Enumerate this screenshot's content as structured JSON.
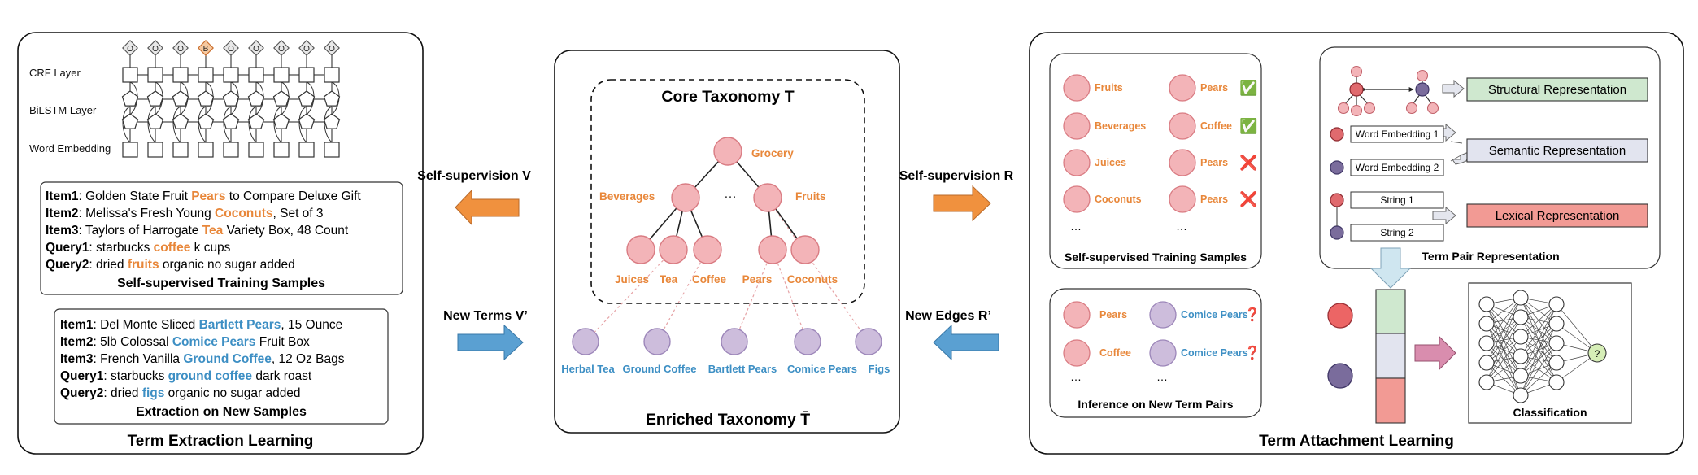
{
  "left_panel": {
    "title": "Term Extraction Learning",
    "layer_labels": [
      "CRF Layer",
      "BiLSTM Layer",
      "Word Embedding"
    ],
    "tags": [
      "O",
      "O",
      "O",
      "B",
      "O",
      "O",
      "O",
      "O",
      "O"
    ],
    "training_box": {
      "caption": "Self-supervised Training Samples",
      "lines": [
        {
          "label": "Item1",
          "pre": ": Golden State Fruit ",
          "term": "Pears",
          "post": " to Compare Deluxe Gift"
        },
        {
          "label": "Item2",
          "pre": ": Melissa's Fresh Young ",
          "term": "Coconuts",
          "post": ", Set of 3"
        },
        {
          "label": "Item3",
          "pre": ": Taylors of Harrogate ",
          "term": "Tea",
          "post": " Variety Box, 48 Count"
        },
        {
          "label": "Query1",
          "pre": ": starbucks ",
          "term": "coffee",
          "post": " k cups"
        },
        {
          "label": "Query2",
          "pre": ": dried ",
          "term": "fruits",
          "post": " organic no sugar added"
        }
      ]
    },
    "extraction_box": {
      "caption": "Extraction on New Samples",
      "lines": [
        {
          "label": "Item1",
          "pre": ": Del Monte Sliced ",
          "term": "Bartlett Pears",
          "post": ", 15 Ounce"
        },
        {
          "label": "Item2",
          "pre": ": 5lb Colossal ",
          "term": "Comice Pears",
          "post": " Fruit Box"
        },
        {
          "label": "Item3",
          "pre": ": French Vanilla ",
          "term": "Ground Coffee",
          "post": ",  12 Oz Bags"
        },
        {
          "label": "Query1",
          "pre": ": starbucks ",
          "term": "ground coffee",
          "post": " dark roast"
        },
        {
          "label": "Query2",
          "pre": ": dried ",
          "term": "figs",
          "post": " organic no sugar added"
        }
      ]
    }
  },
  "arrows": {
    "self_supervision_v": "Self-supervision V",
    "new_terms": "New Terms V’",
    "self_supervision_r": "Self-supervision R",
    "new_edges": "New Edges R’"
  },
  "center_panel": {
    "core_title": "Core Taxonomy T",
    "enriched_title": "Enriched Taxonomy T̄",
    "core_nodes": {
      "root": "Grocery",
      "level1": [
        "Beverages",
        "Fruits"
      ],
      "ellipsis": "…",
      "level2": [
        "Juices",
        "Tea",
        "Coffee",
        "Pears",
        "Coconuts"
      ]
    },
    "new_nodes": [
      "Herbal Tea",
      "Ground Coffee",
      "Bartlett Pears",
      "Comice Pears",
      "Figs"
    ]
  },
  "right_panel": {
    "title": "Term Attachment Learning",
    "training_samples": {
      "caption": "Self-supervised Training Samples",
      "pairs": [
        {
          "a": "Fruits",
          "b": "Pears",
          "mark": "✅"
        },
        {
          "a": "Beverages",
          "b": "Coffee",
          "mark": "✅"
        },
        {
          "a": "Juices",
          "b": "Pears",
          "mark": "❌"
        },
        {
          "a": "Coconuts",
          "b": "Pears",
          "mark": "❌"
        }
      ],
      "ellipsis": "…"
    },
    "inference": {
      "caption": "Inference on New Term Pairs",
      "pairs": [
        {
          "a": "Pears",
          "b": "Comice Pears",
          "mark": "❓"
        },
        {
          "a": "Coffee",
          "b": "Comice Pears",
          "mark": "❓"
        }
      ],
      "ellipsis": "…"
    },
    "representation": {
      "caption": "Term Pair Representation",
      "structural": "Structural Representation",
      "semantic": "Semantic Representation",
      "lexical": "Lexical Representation",
      "word_embedding_1": "Word Embedding 1",
      "word_embedding_2": "Word Embedding 2",
      "string_1": "String 1",
      "string_2": "String 2"
    },
    "classification": {
      "caption": "Classification",
      "output": "?"
    }
  },
  "colors": {
    "orange": "#e8873a",
    "blue_term": "#3d8fc4",
    "pink_node": "#f3b4b8",
    "pink_stroke": "#d97b82",
    "purple_node": "#cdbddc",
    "purple_stroke": "#9c86b9",
    "green": "#cfe8cf",
    "lavender": "#e2e4ef",
    "salmon": "#f29a94"
  }
}
